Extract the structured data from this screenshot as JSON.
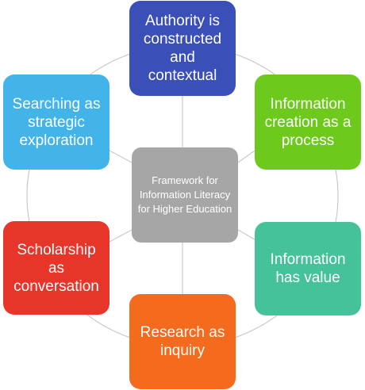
{
  "colors": {
    "connector": "#c9c9c9",
    "center": "#a6a6a6",
    "authority": "#3a50b8",
    "creation": "#6ec91d",
    "value": "#45c29a",
    "research": "#f46b1e",
    "scholarship": "#e8352a",
    "searching": "#43b4ea"
  },
  "center": {
    "label": "Framework for Information Literacy for Higher Education"
  },
  "frames": {
    "authority": "Authority is constructed and contextual",
    "creation": "Information creation as a process",
    "value": "Information has value",
    "research": "Research as inquiry",
    "scholarship": "Scholarship as conversation",
    "searching": "Searching as strategic exploration"
  }
}
